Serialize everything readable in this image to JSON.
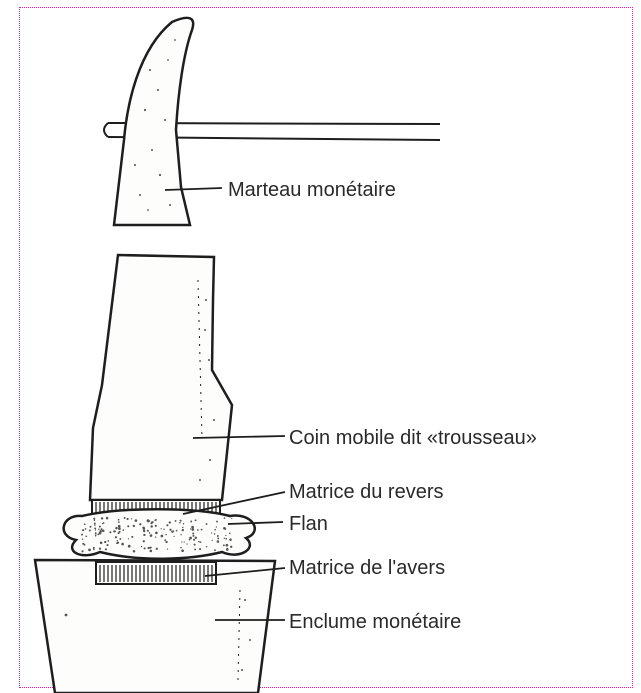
{
  "frame": {
    "border_color": "#e01ea8"
  },
  "labels": {
    "hammer": "Marteau monétaire",
    "upper_die": "Coin mobile dit «trousseau»",
    "reverse_die": "Matrice du revers",
    "blank": "Flan",
    "obverse_die": "Matrice de l'avers",
    "anvil": "Enclume monétaire"
  }
}
